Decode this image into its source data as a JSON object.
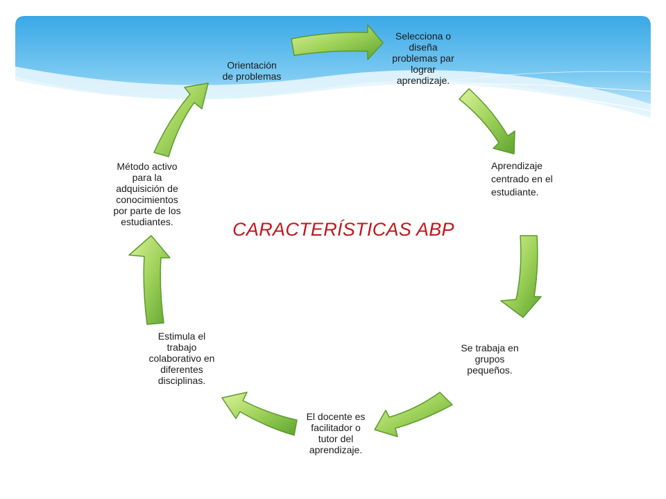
{
  "diagram": {
    "title": "CARACTERÍSTICAS ABP",
    "colors": {
      "title": "#c0171c",
      "arrow_fill_light": "#d4ef8a",
      "arrow_fill_dark": "#6fb33a",
      "arrow_stroke": "#5a9a2e",
      "banner_top": "#4fb4ea",
      "banner_bottom": "#bfe6f8"
    },
    "nodes": [
      {
        "id": "orientacion",
        "text": "Orientación\nde problemas"
      },
      {
        "id": "selecciona",
        "text": "Selecciona o\ndiseña\nproblemas par\nlograr\naprendizaje."
      },
      {
        "id": "aprendizaje",
        "text": "Aprendizaje\ncentrado en el\nestudiante."
      },
      {
        "id": "grupos",
        "text": "Se trabaja en\ngrupos\npequeños."
      },
      {
        "id": "docente",
        "text": "El docente es\nfacilitador o\ntutor del\naprendizaje."
      },
      {
        "id": "estimula",
        "text": "Estimula el\ntrabajo\ncolaborativo en\ndiferentes\ndisciplinas."
      },
      {
        "id": "metodo",
        "text": "Método  activo\npara la\nadquisición de\nconocimientos\npor parte de los\nestudiantes."
      }
    ],
    "arrow_icon": "curved-green-arrow-icon"
  }
}
